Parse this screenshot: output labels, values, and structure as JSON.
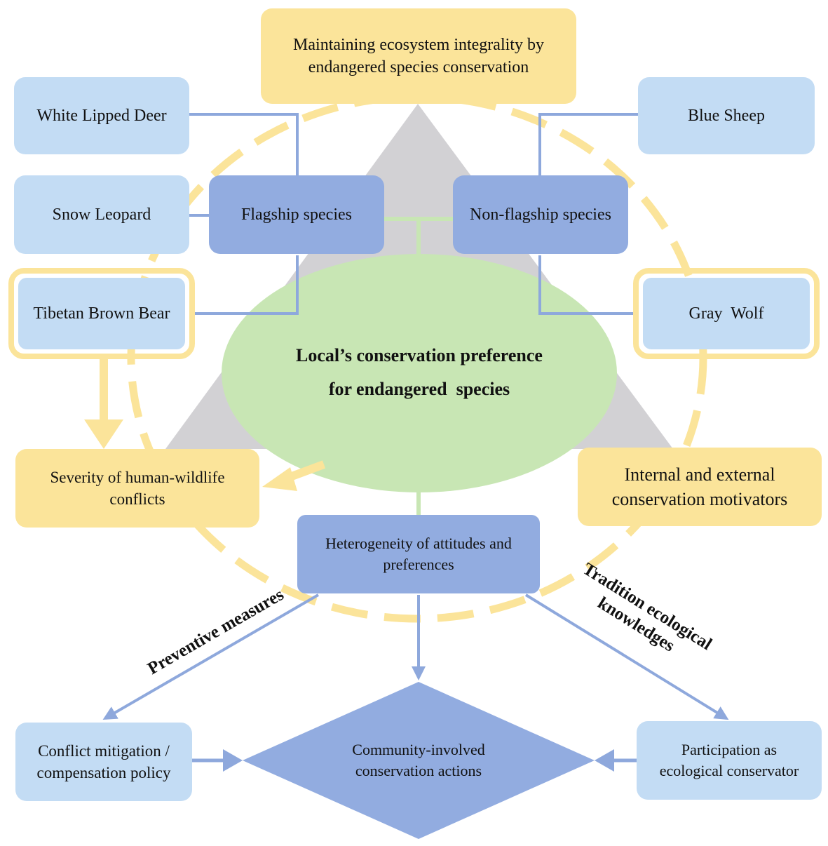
{
  "top_goal": {
    "line1": "Maintaining ecosystem integrality by",
    "line2": "endangered species conservation"
  },
  "center": {
    "line1": "Local’s conservation preference",
    "line2": "for endangered  species"
  },
  "species": {
    "white_lipped_deer": "White Lipped Deer",
    "snow_leopard": "Snow Leopard",
    "tibetan_brown_bear": "Tibetan Brown Bear",
    "blue_sheep": "Blue Sheep",
    "gray_wolf": "Gray  Wolf"
  },
  "categories": {
    "flagship": "Flagship species",
    "non_flagship": "Non-flagship species"
  },
  "factors": {
    "severity_line1": "Severity of human-wildlife",
    "severity_line2": "conflicts",
    "motivators_line1": "Internal and external",
    "motivators_line2": "conservation motivators"
  },
  "heterogeneity": {
    "line1": "Heterogeneity of attitudes and",
    "line2": "preferences"
  },
  "edge_labels": {
    "preventive": "Preventive measures",
    "tradition_line1": "Tradition ecological",
    "tradition_line2": "knowledges"
  },
  "outcomes": {
    "conflict_line1": "Conflict mitigation /",
    "conflict_line2": "compensation policy",
    "community_line1": "Community-involved",
    "community_line2": "conservation actions",
    "participation_line1": "Participation as",
    "participation_line2": "ecological conservator"
  },
  "colors": {
    "yellow": "#fbe49a",
    "light_blue": "#c3dcf4",
    "mid_blue": "#92ace0",
    "green": "#c8e6b4",
    "gray_triangle": "#d2d1d4",
    "connector": "#8ea8dc"
  }
}
